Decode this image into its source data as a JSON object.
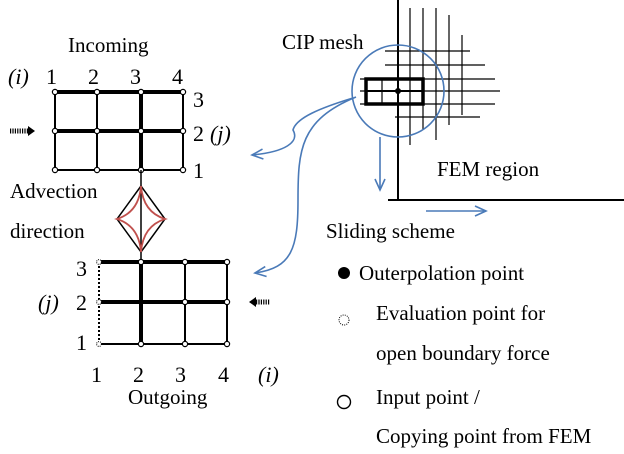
{
  "incoming": {
    "title": "Incoming",
    "i_label": "(i)",
    "j_label": "(j)",
    "col_numbers": [
      "1",
      "2",
      "3",
      "4"
    ],
    "row_numbers": [
      "3",
      "2",
      "1"
    ]
  },
  "outgoing": {
    "title": "Outgoing",
    "i_label": "(i)",
    "j_label": "(j)",
    "col_numbers": [
      "1",
      "2",
      "3",
      "4"
    ],
    "row_numbers": [
      "3",
      "2",
      "1"
    ]
  },
  "advection": {
    "line1": "Advection",
    "line2": "direction"
  },
  "cip_mesh_label": "CIP mesh",
  "fem_region_label": "FEM region",
  "sliding_scheme_label": "Sliding scheme",
  "legend": {
    "outerpolation": "Outerpolation point",
    "evaluation_line1": "Evaluation point for",
    "evaluation_line2": "open boundary force",
    "input_line1": "Input point /",
    "input_line2": "Copying point from FEM"
  },
  "colors": {
    "arrow_blue": "#4a7ab8",
    "advection_red": "#c0504d"
  }
}
